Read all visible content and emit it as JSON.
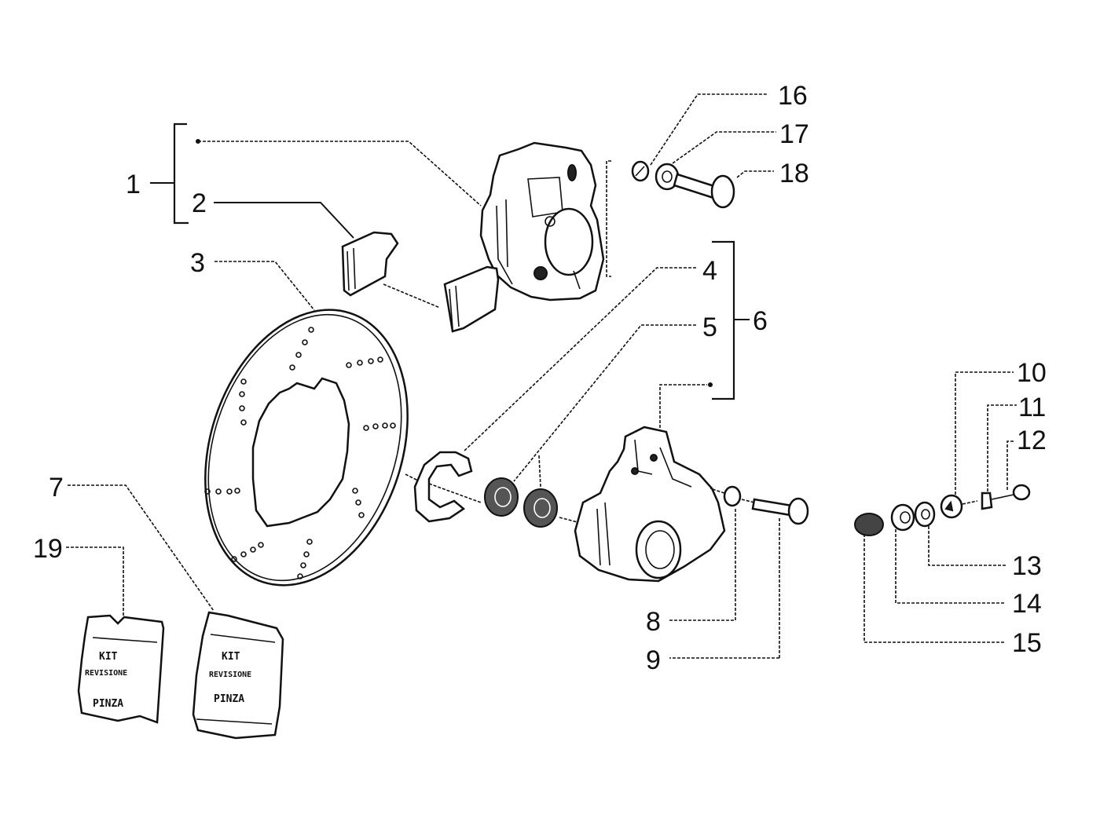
{
  "diagram": {
    "title": "Brake caliper exploded parts diagram",
    "line_color": "#111111",
    "background": "#ffffff",
    "callouts": [
      {
        "id": "1",
        "label": "1",
        "part": "caliper-assembly-bracket"
      },
      {
        "id": "2",
        "label": "2",
        "part": "brake-pads"
      },
      {
        "id": "3",
        "label": "3",
        "part": "brake-disc"
      },
      {
        "id": "4",
        "label": "4",
        "part": "piston-seal-ring"
      },
      {
        "id": "5",
        "label": "5",
        "part": "pistons"
      },
      {
        "id": "6",
        "label": "6",
        "part": "caliper-body-assembly-bracket"
      },
      {
        "id": "7",
        "label": "7",
        "part": "caliper-overhaul-kit"
      },
      {
        "id": "8",
        "label": "8",
        "part": "washer"
      },
      {
        "id": "9",
        "label": "9",
        "part": "bolt"
      },
      {
        "id": "10",
        "label": "10",
        "part": "nut"
      },
      {
        "id": "11",
        "label": "11",
        "part": "bleed-screw"
      },
      {
        "id": "12",
        "label": "12",
        "part": "bleed-cap"
      },
      {
        "id": "13",
        "label": "13",
        "part": "washer"
      },
      {
        "id": "14",
        "label": "14",
        "part": "washer"
      },
      {
        "id": "15",
        "label": "15",
        "part": "spring-washer"
      },
      {
        "id": "16",
        "label": "16",
        "part": "washer"
      },
      {
        "id": "17",
        "label": "17",
        "part": "spacer"
      },
      {
        "id": "18",
        "label": "18",
        "part": "bolt"
      },
      {
        "id": "19",
        "label": "19",
        "part": "caliper-overhaul-kit"
      }
    ],
    "kits": [
      {
        "id": "19",
        "lines": [
          "KIT",
          "REVISIONE",
          "PINZA"
        ]
      },
      {
        "id": "7",
        "lines": [
          "KIT",
          "REVISIONE",
          "PINZA"
        ]
      }
    ]
  }
}
